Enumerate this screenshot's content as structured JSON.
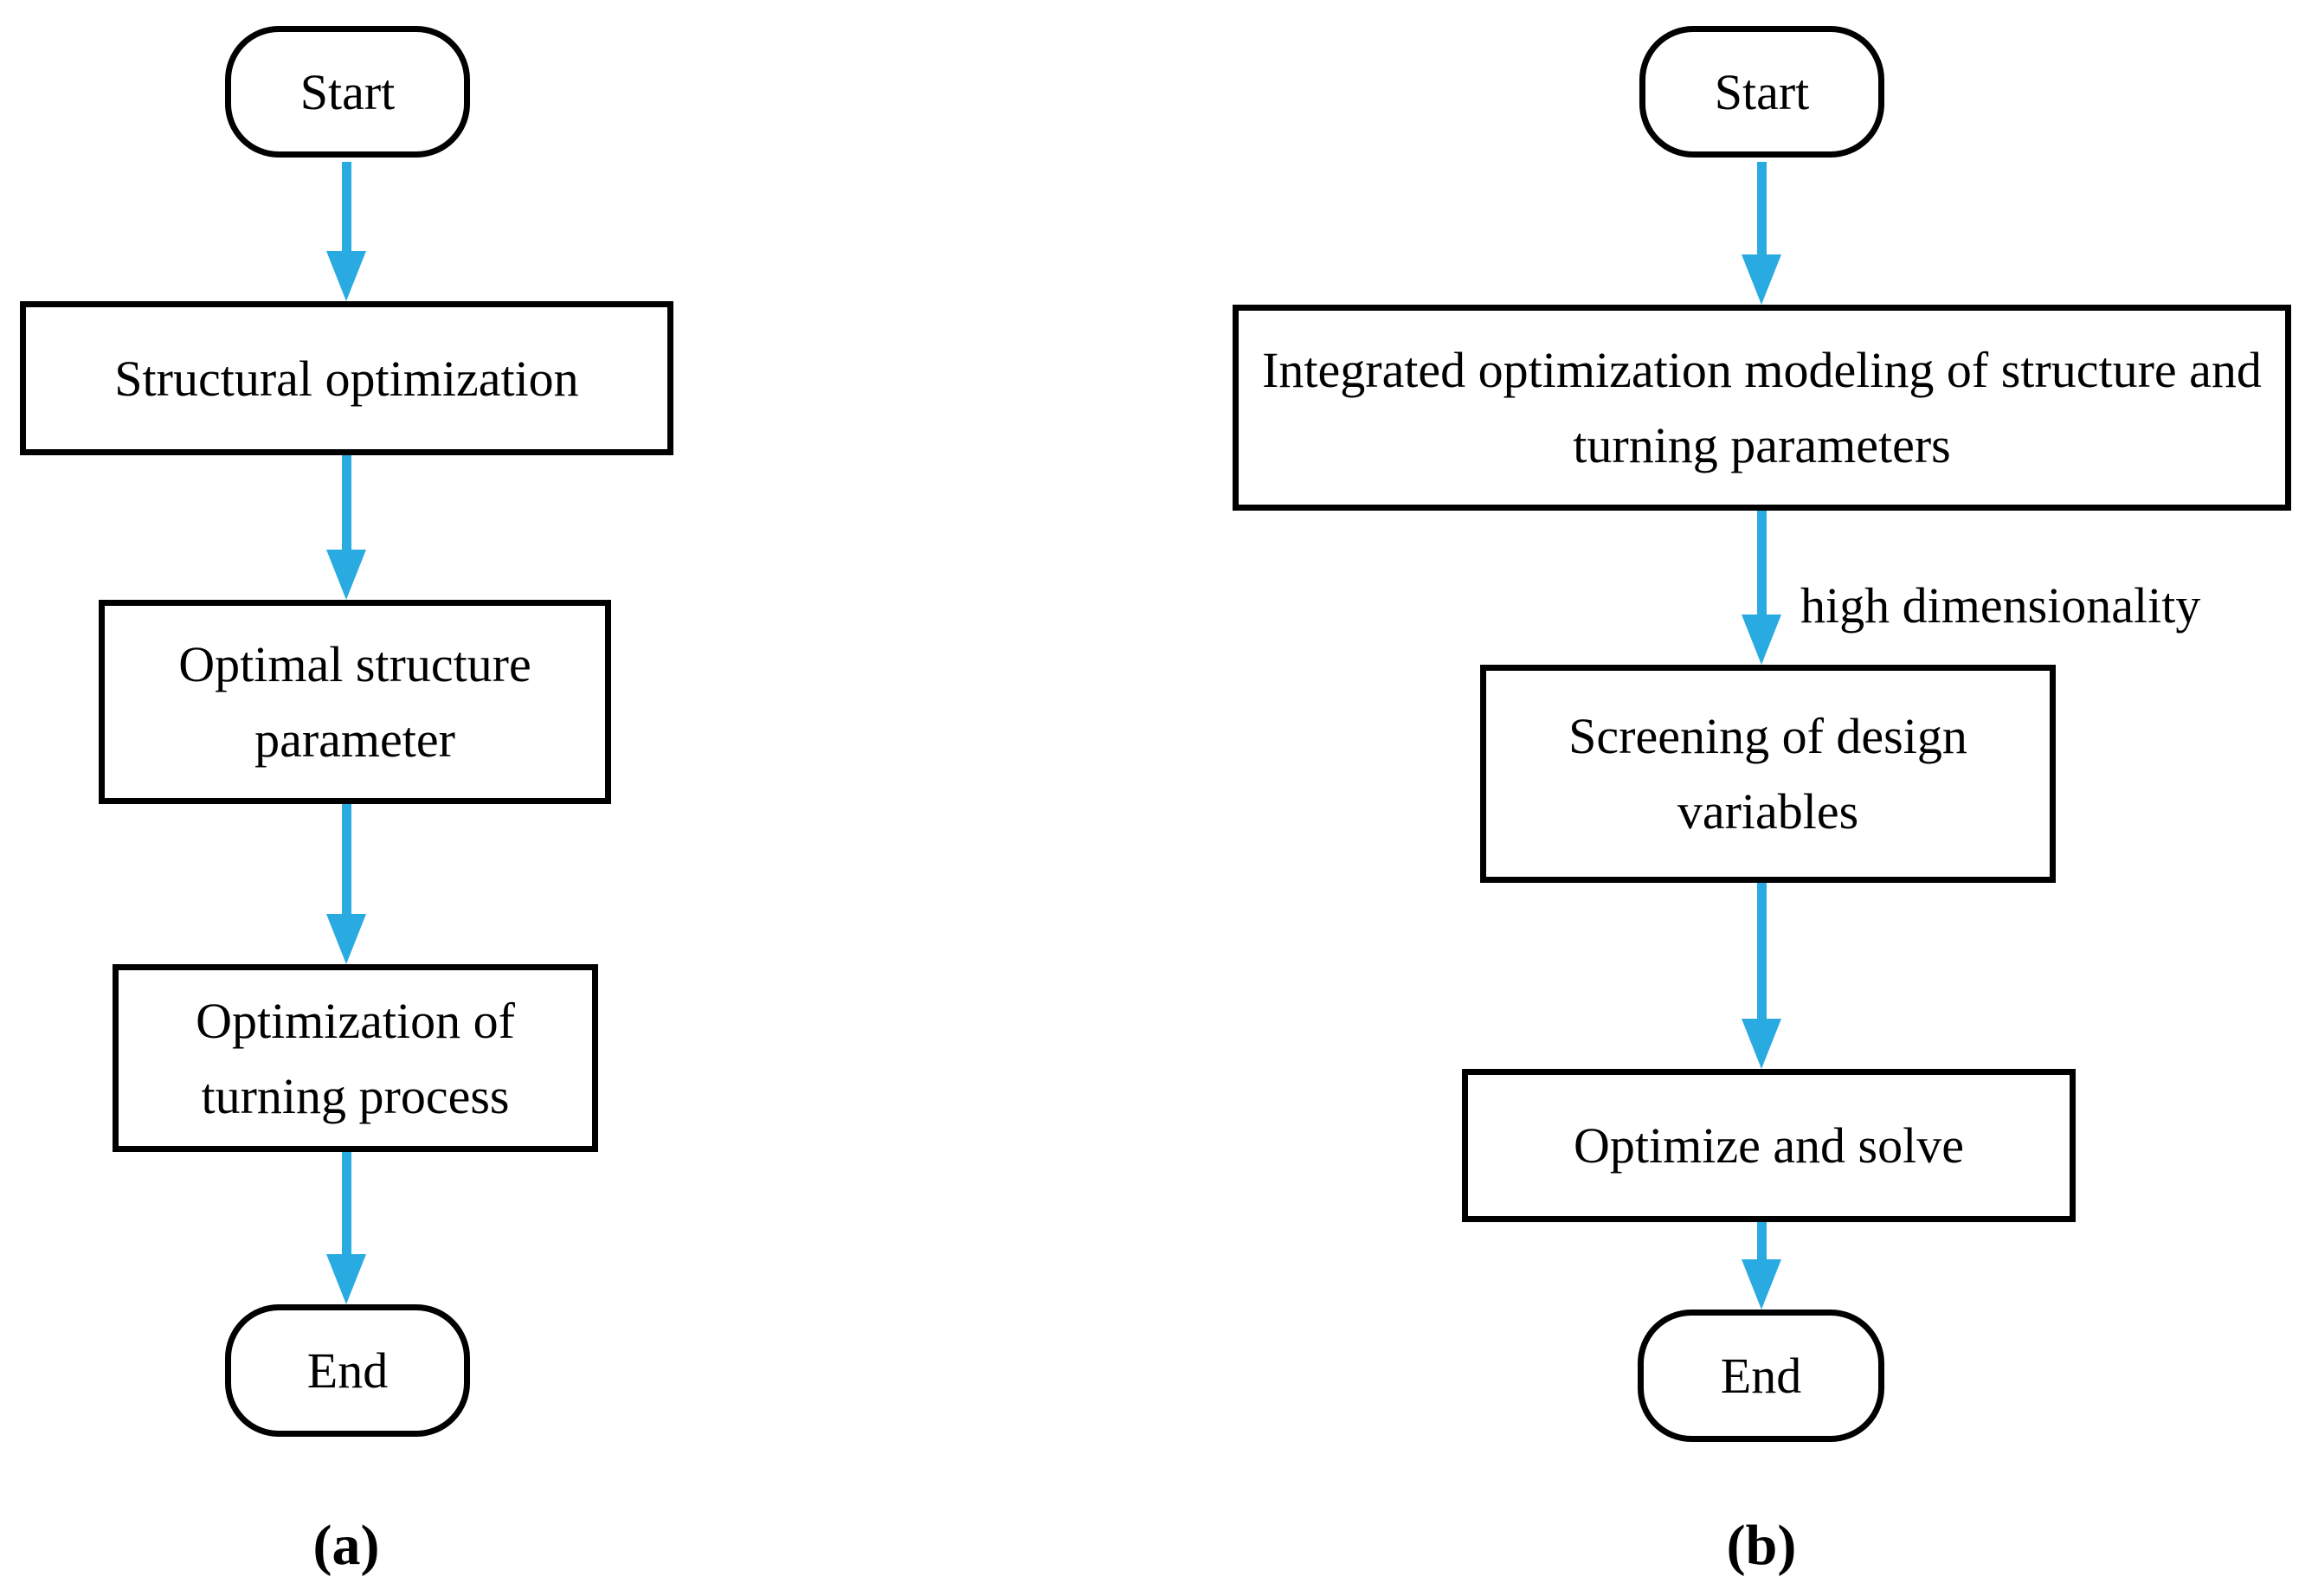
{
  "accent_color": "#29ABE2",
  "stroke_color": "#000000",
  "background_color": "#FFFFFF",
  "diagrams": {
    "a": {
      "caption": "(a)",
      "nodes": {
        "start": "Start",
        "step1": "Structural optimization",
        "step2": "Optimal structure parameter",
        "step3": "Optimization of turning process",
        "end": "End"
      }
    },
    "b": {
      "caption": "(b)",
      "nodes": {
        "start": "Start",
        "step1": "Integrated optimization modeling of structure and turning parameters",
        "step2": "Screening of design variables",
        "step3": "Optimize and solve",
        "end": "End"
      },
      "edge_labels": {
        "step1_to_step2": "high dimensionality"
      }
    }
  }
}
